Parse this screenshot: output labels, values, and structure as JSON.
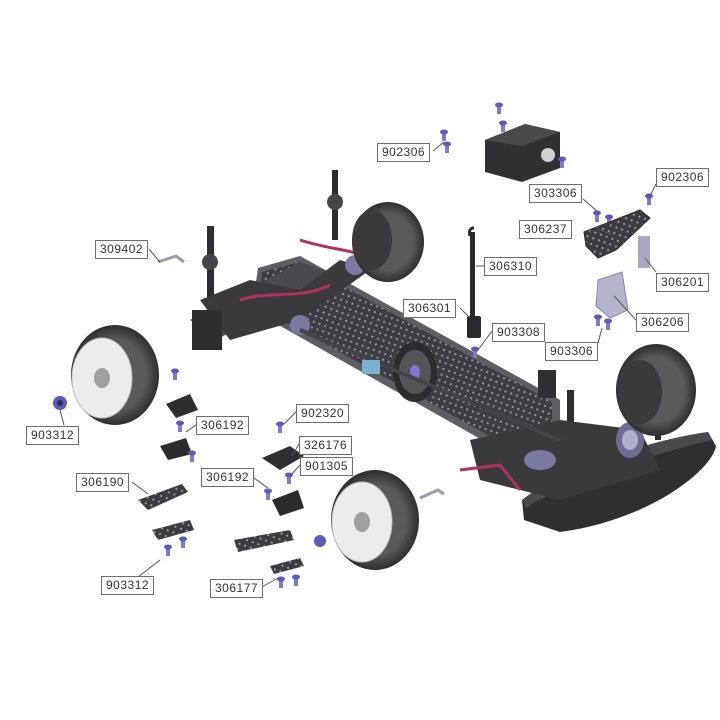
{
  "labels": {
    "l902306a": "902306",
    "l902306b": "902306",
    "l303306": "303306",
    "l306237": "306237",
    "l306201": "306201",
    "l306310": "306310",
    "l306301": "306301",
    "l903308": "903308",
    "l306206": "306206",
    "l903306": "903306",
    "l309402": "309402",
    "l903312a": "903312",
    "l306192a": "306192",
    "l902320": "902320",
    "l326176": "326176",
    "l306192b": "306192",
    "l901305": "901305",
    "l306190": "306190",
    "l903312b": "903312",
    "l306177": "306177"
  },
  "colors": {
    "carbon": "#3a3a3c",
    "carbon_light": "#6b6b6e",
    "alloy": "#8a8aa8",
    "screw": "#7b7bd0",
    "tire": "#4a4a4a",
    "rim": "#e6e6e6",
    "accent": "#b03060",
    "leader": "#555555"
  }
}
